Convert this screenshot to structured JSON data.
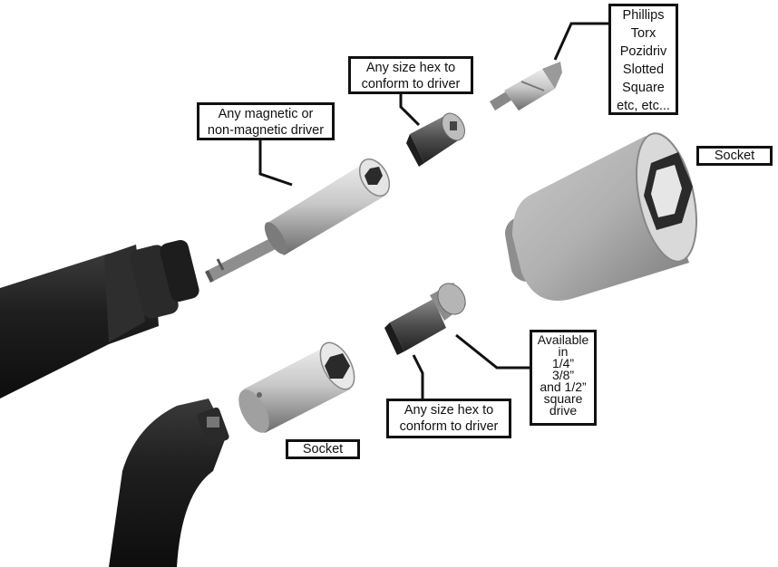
{
  "labels": {
    "bit_types": "Phillips\nTorx\nPozidriv\nSlotted\nSquare\netc, etc...",
    "hex_top": "Any size hex to\nconform to driver",
    "magnetic_driver": "Any magnetic or\nnon-magnetic driver",
    "socket_right": "Socket",
    "available_sizes": "Available\nin\n1/4”\n3/8”\nand 1/2”\nsquare\ndrive",
    "hex_bottom": "Any size hex to\nconform to driver",
    "socket_bottom": "Socket"
  },
  "colors": {
    "tool_body": "#1c1c1c",
    "metal_light": "#d6d6d6",
    "metal_mid": "#9a9a9a",
    "metal_dark": "#4a4a4a",
    "leader_line": "#111111"
  }
}
